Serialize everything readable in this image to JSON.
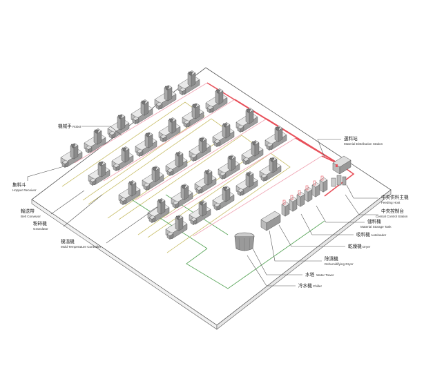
{
  "colors": {
    "red_pipe": "#e8505a",
    "pink_pipe": "#f0a6b4",
    "green_pipe": "#5aa65a",
    "yellow_pipe": "#c9bf6a",
    "platform_edge": "#555555",
    "machine": "#7a7a7a"
  },
  "labels_left": [
    {
      "id": "robot",
      "cn": "機械手",
      "en": "Robot"
    },
    {
      "id": "hopper-receiver",
      "cn": "集料斗",
      "en": "Hopper Receiver"
    },
    {
      "id": "belt-conveyor",
      "cn": "輸送帶",
      "en": "Belt Conveyor"
    },
    {
      "id": "granulator",
      "cn": "粉碎機",
      "en": "Granulator"
    },
    {
      "id": "mold-temperature-controller",
      "cn": "模溫機",
      "en": "Mold Temperature Controller"
    }
  ],
  "labels_right": [
    {
      "id": "material-distribution-station",
      "cn": "選料站",
      "en": "Material Distribution Station"
    },
    {
      "id": "feeding-host",
      "cn": "中央供料主機",
      "en": "Feeding Host"
    },
    {
      "id": "central-control-station",
      "cn": "中央控制台",
      "en": "Central Control Station"
    },
    {
      "id": "material-storage-tank",
      "cn": "儲料桶",
      "en": "Material Storage Tank"
    },
    {
      "id": "autoloader",
      "cn": "吸料機",
      "en": "Autoloader"
    },
    {
      "id": "dryer",
      "cn": "乾燥機",
      "en": "Dryer"
    },
    {
      "id": "dehumidifying-dryer",
      "cn": "除濕機",
      "en": "Dehumidifying Dryer"
    },
    {
      "id": "water-tower",
      "cn": "水塔",
      "en": "Water Tower"
    },
    {
      "id": "chiller",
      "cn": "冷水機",
      "en": "Chiller"
    }
  ]
}
